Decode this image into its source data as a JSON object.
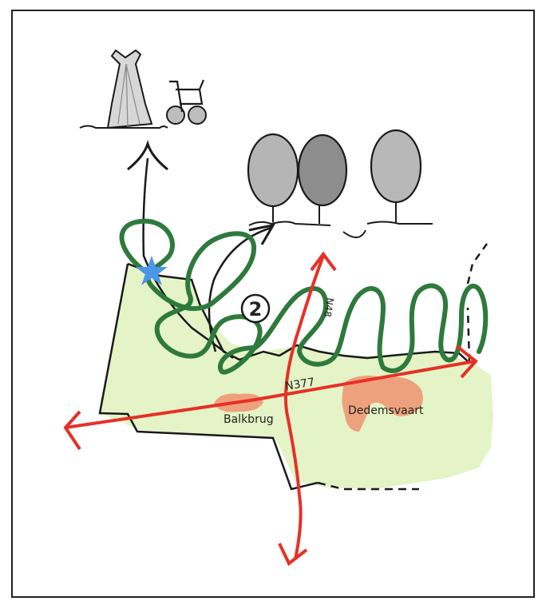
{
  "labels": {
    "road_n377": "N377",
    "road_n48": "N48",
    "town_balkbrug": "Balkbrug",
    "town_dedemsvaart": "Dedemsvaart",
    "marker_number": "2"
  },
  "icons": {
    "camping": "tent-icon",
    "recreation": "tricycle-icon",
    "forest": "trees-icon",
    "location": "star-icon"
  },
  "colors": {
    "area_fill": "#e4f4c6",
    "town_fill": "#eda27d",
    "roads": "#e63027",
    "meander": "#2e7a3c",
    "star": "#4a97ea",
    "ink": "#1a1a1a"
  }
}
